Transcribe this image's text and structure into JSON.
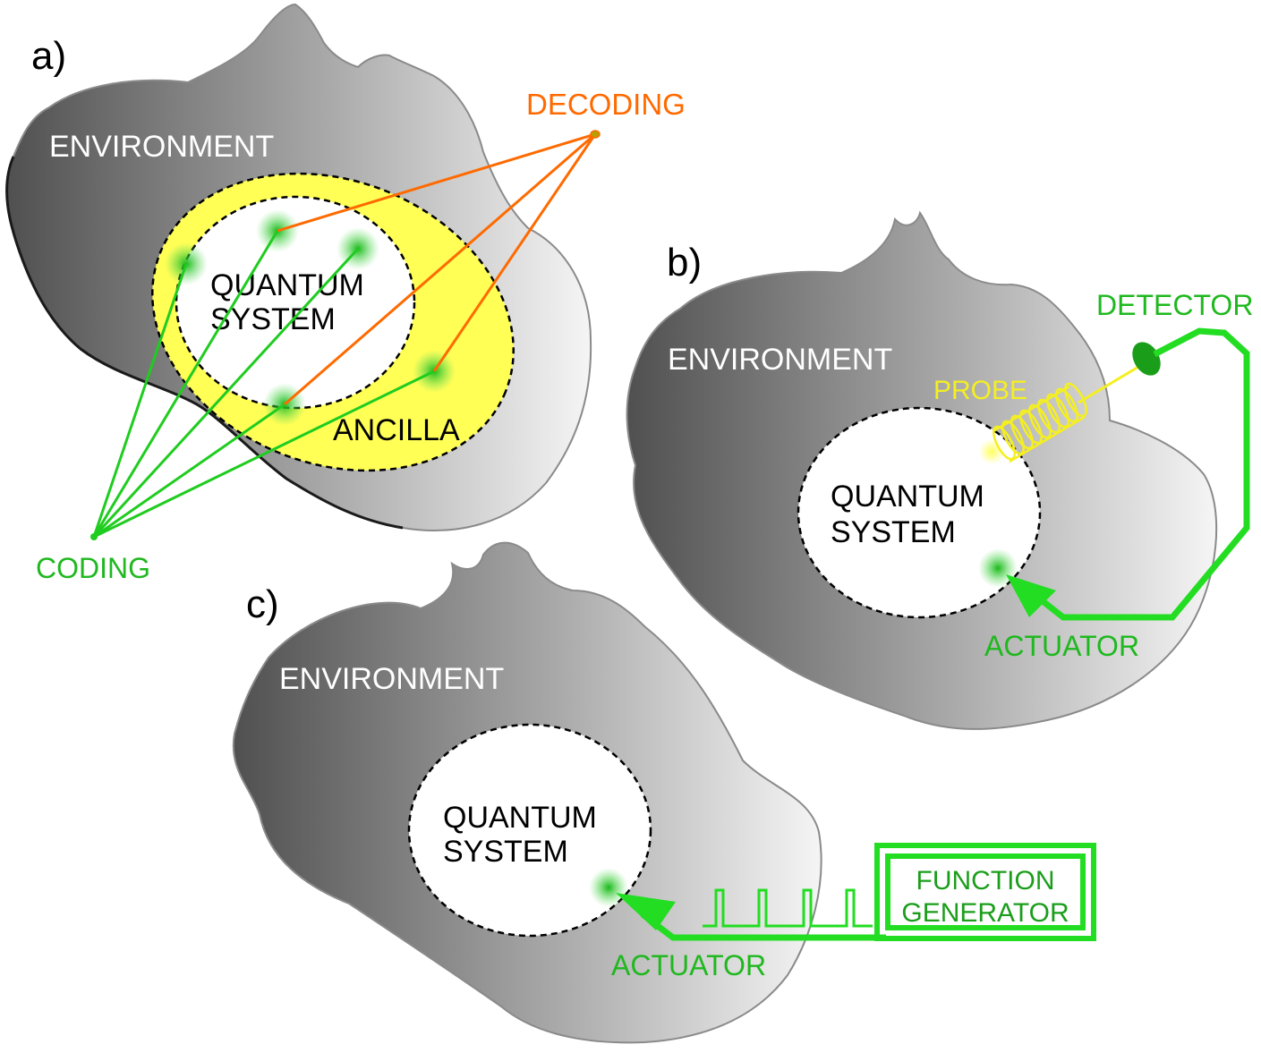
{
  "panels": {
    "a": {
      "label": "a)",
      "environment": "ENVIRONMENT",
      "system_line1": "QUANTUM",
      "system_line2": "SYSTEM",
      "ancilla": "ANCILLA",
      "decoding": "DECODING",
      "coding": "CODING"
    },
    "b": {
      "label": "b)",
      "environment": "ENVIRONMENT",
      "system_line1": "QUANTUM",
      "system_line2": "SYSTEM",
      "probe": "PROBE",
      "detector": "DETECTOR",
      "actuator": "ACTUATOR"
    },
    "c": {
      "label": "c)",
      "environment": "ENVIRONMENT",
      "system_line1": "QUANTUM",
      "system_line2": "SYSTEM",
      "actuator": "ACTUATOR",
      "generator_line1": "FUNCTION",
      "generator_line2": "GENERATOR"
    }
  },
  "colors": {
    "coding": "#1fb81f",
    "decoding": "#ff6a00",
    "ancilla": "#ffff55",
    "probe": "#f5ef20",
    "feedback": "#22dd22"
  }
}
